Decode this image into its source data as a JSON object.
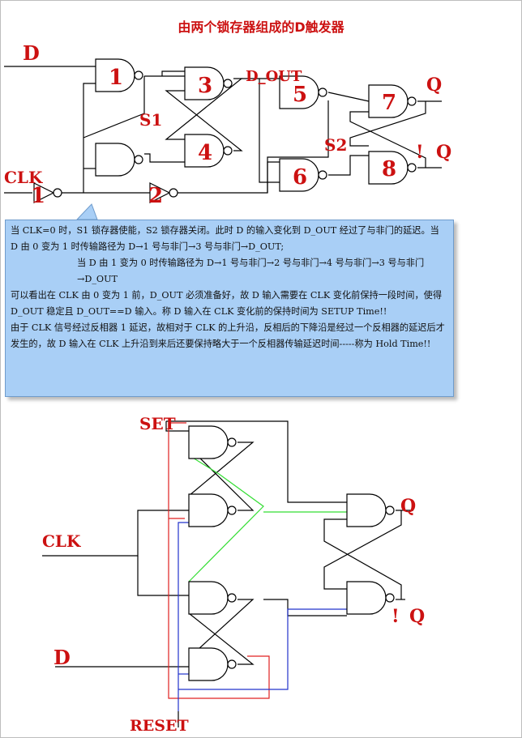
{
  "title": "由两个锁存器组成的D触发器",
  "top_diagram": {
    "inputs": {
      "d": "D",
      "clk": "CLK"
    },
    "gates": [
      "1",
      "3",
      "5",
      "7",
      "4",
      "6",
      "8"
    ],
    "inverters": [
      "1",
      "2"
    ],
    "latches": {
      "s1": "S1",
      "s2": "S2"
    },
    "signals": {
      "d_out": "D_OUT"
    },
    "outputs": {
      "q": "Q",
      "q_bar_mark": "!",
      "q_bar": "Q"
    }
  },
  "note": {
    "lines": [
      "当 CLK=0 时，S1 锁存器使能，S2 锁存器关闭。此时 D 的输入变化到 D_OUT 经过了与非门的延迟。当 D 由 0 变为 1 时传输路径为 D→1 号与非门→3 号与非门→D_OUT;",
      "当 D 由 1 变为 0 时传输路径为 D→1 号与非门→2 号与非门→4 号与非门→3 号与非门→D_OUT",
      "可以看出在 CLK 由 0 变为 1 前，D_OUT 必须准备好，故 D 输入需要在 CLK 变化前保持一段时间，使得 D_OUT 稳定且 D_OUT==D 输入。称 D 输入在 CLK 变化前的保持时间为 SETUP Time!!",
      "由于 CLK 信号经过反相器 1 延迟，故相对于 CLK 的上升沿，反相后的下降沿是经过一个反相器的延迟后才发生的，故 D 输入在 CLK 上升沿到来后还要保持略大于一个反相器传输延迟时间-----称为 Hold Time!!"
    ]
  },
  "bottom_diagram": {
    "inputs": {
      "set": "SET",
      "clk": "CLK",
      "d": "D",
      "reset": "RESET"
    },
    "outputs": {
      "q": "Q",
      "q_bar_mark": "!",
      "q_bar": "Q"
    }
  },
  "colors": {
    "label": "#cc1111",
    "note_bg": "#a9cff6",
    "wire_red": "#e02020",
    "wire_blue": "#2233cc",
    "wire_green": "#33dd33"
  }
}
